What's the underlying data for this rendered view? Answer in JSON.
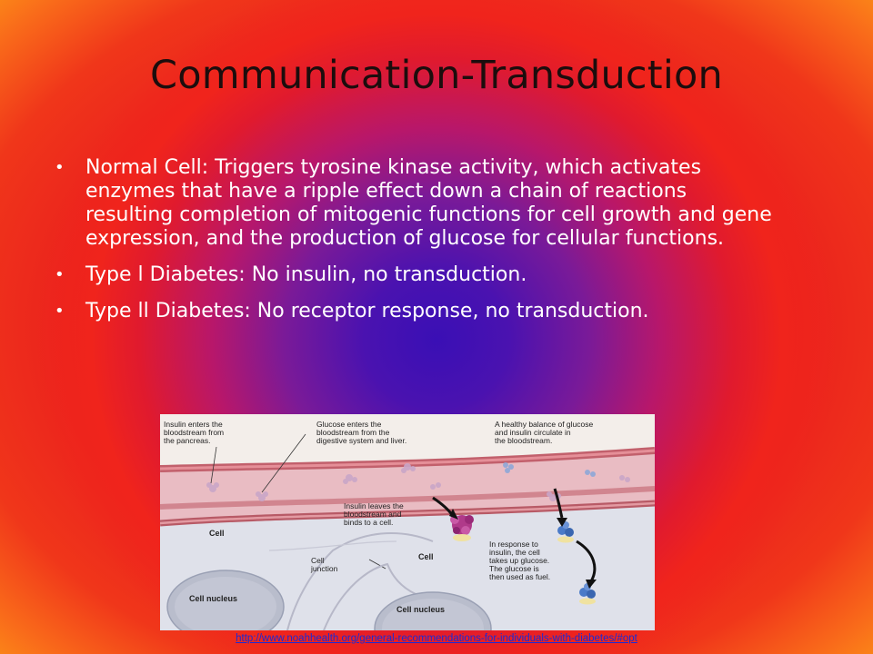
{
  "slide": {
    "title": "Communication-Transduction",
    "bullets": [
      "Normal Cell: Triggers tyrosine kinase activity, which activates enzymes that have a ripple effect down a chain of reactions resulting completion of mitogenic functions for cell growth and gene expression, and the production of glucose for cellular functions.",
      "Type l Diabetes: No insulin, no transduction.",
      "Type ll Diabetes: No receptor response, no transduction."
    ],
    "bullet_glyph": "•"
  },
  "figure": {
    "labels": {
      "insulin_enters": [
        "Insulin enters the",
        "bloodstream from",
        "the pancreas."
      ],
      "glucose_enters": [
        "Glucose enters the",
        "bloodstream from the",
        "digestive system and liver."
      ],
      "healthy_balance": [
        "A healthy balance of glucose",
        "and insulin circulate in",
        "the bloodstream."
      ],
      "insulin_leaves": [
        "Insulin leaves the",
        "bloodstream and",
        "binds to a cell."
      ],
      "in_response": [
        "In response to",
        "insulin, the cell",
        "takes up glucose.",
        "The glucose is",
        "then used as fuel."
      ],
      "cell_left": "Cell",
      "cell_mid": "Cell",
      "cell_junction": [
        "Cell",
        "junction"
      ],
      "nucleus_left": "Cell nucleus",
      "nucleus_right": "Cell nucleus"
    },
    "colors": {
      "vessel_wall": "#c96a72",
      "vessel_lumen": "#e9b9bf",
      "cell_bg": "#dfe0e8",
      "nucleus": "#b7bccb",
      "insulin": "#b23a8a",
      "glucose": "#4a7ac8"
    }
  },
  "source": {
    "url_text": "http://www.noahhealth.org/general-recommendations-for-individuals-with-diabetes/#opt"
  }
}
